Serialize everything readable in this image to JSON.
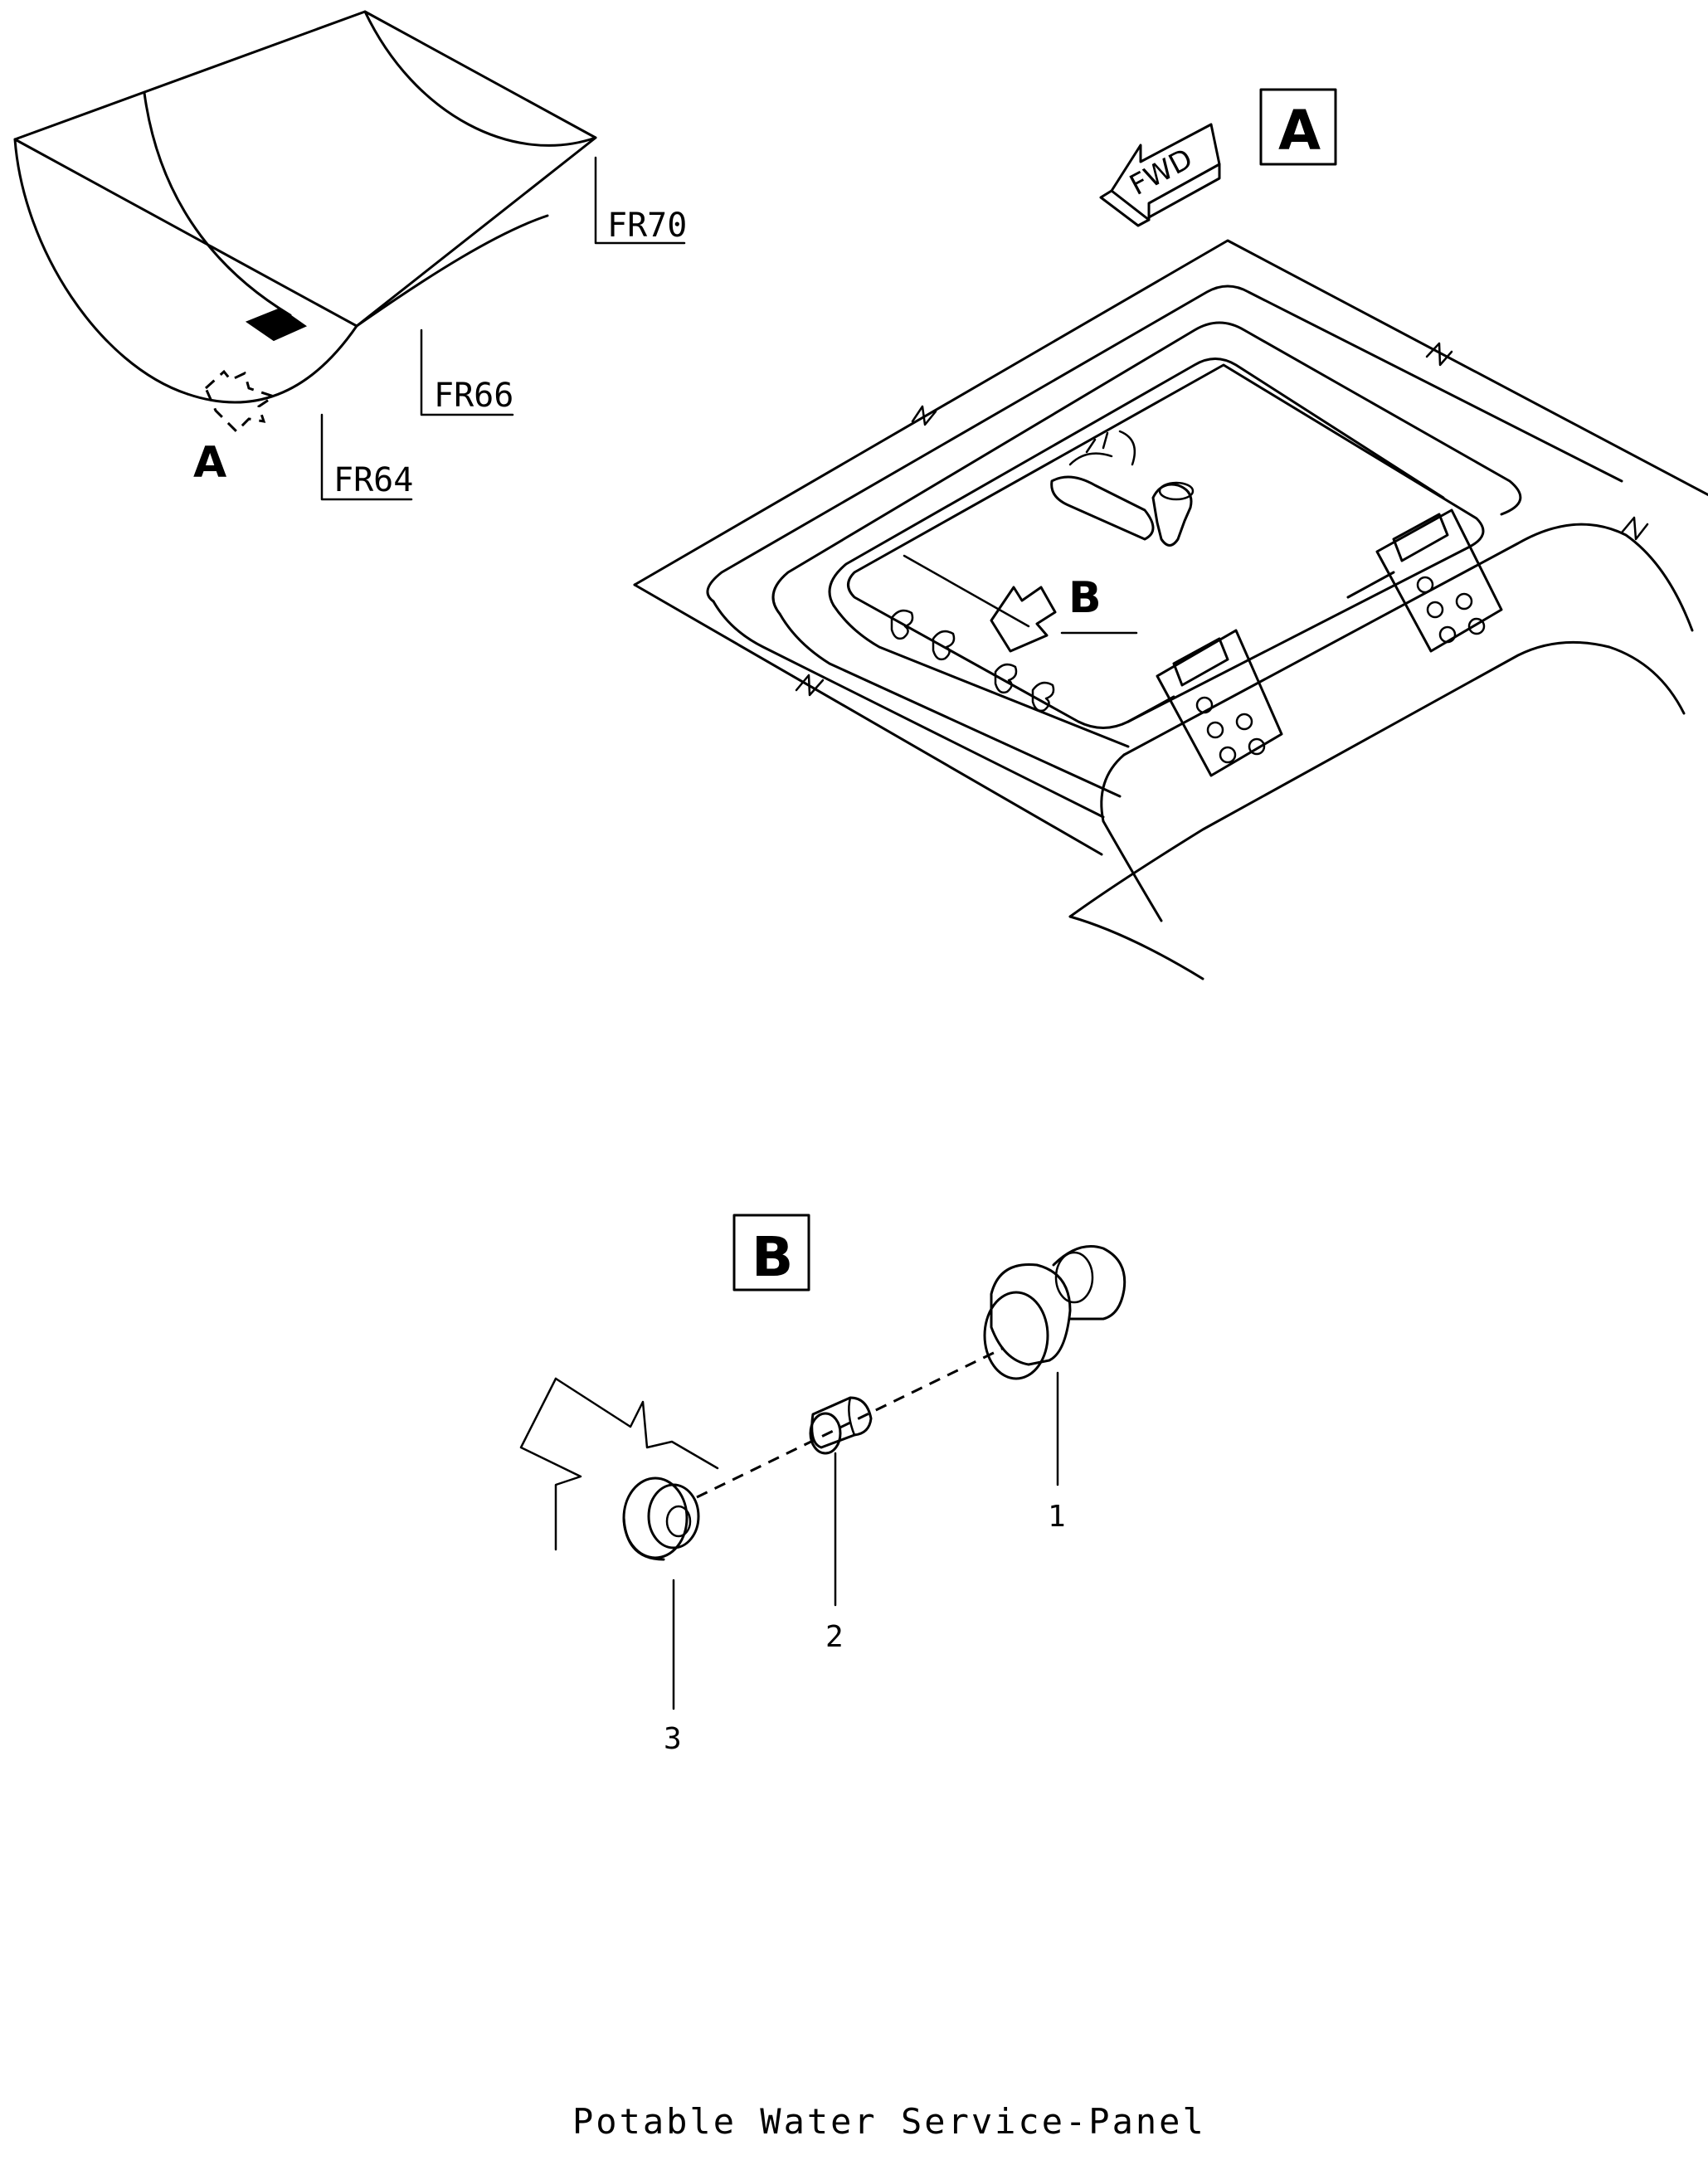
{
  "caption": "Potable Water Service-Panel",
  "frames": {
    "fr70": "FR70",
    "fr66": "FR66",
    "fr64": "FR64"
  },
  "view_labels": {
    "a_pointer": "A",
    "b_pointer": "B",
    "a_box": "A",
    "b_box": "B",
    "fwd": "FWD"
  },
  "callouts": {
    "item1": "1",
    "item2": "2",
    "item3": "3"
  }
}
